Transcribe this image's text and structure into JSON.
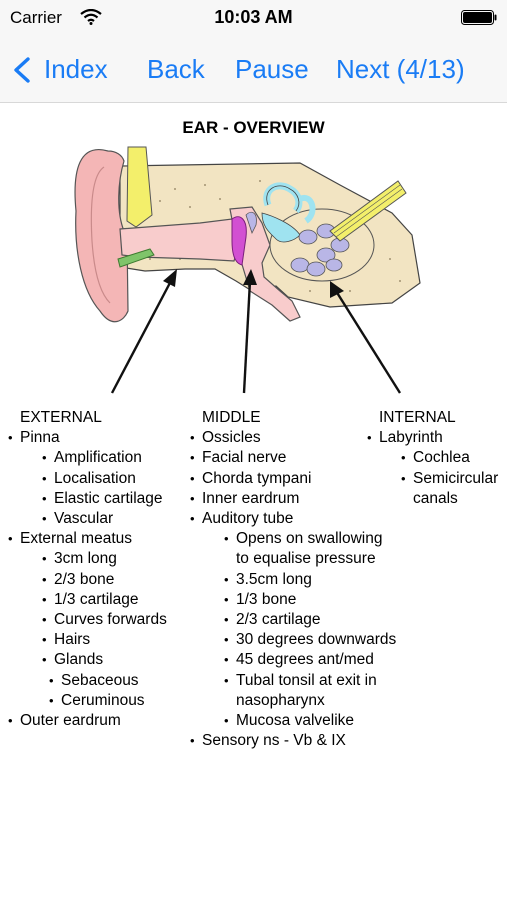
{
  "status": {
    "carrier": "Carrier",
    "time": "10:03 AM"
  },
  "nav": {
    "index": "Index",
    "back": "Back",
    "pause": "Pause",
    "next": "Next (4/13)"
  },
  "title": "EAR - OVERVIEW",
  "columns": {
    "external": {
      "heading": "EXTERNAL",
      "items": [
        {
          "text": "Pinna",
          "level": 1
        },
        {
          "text": "Amplification",
          "level": 2
        },
        {
          "text": "Localisation",
          "level": 2
        },
        {
          "text": "Elastic cartilage",
          "level": 2
        },
        {
          "text": "Vascular",
          "level": 2
        },
        {
          "text": "External meatus",
          "level": 1
        },
        {
          "text": "3cm long",
          "level": 2
        },
        {
          "text": "2/3 bone",
          "level": 2
        },
        {
          "text": "1/3 cartilage",
          "level": 2
        },
        {
          "text": "Curves forwards",
          "level": 2
        },
        {
          "text": "Hairs",
          "level": 2
        },
        {
          "text": "Glands",
          "level": 2
        },
        {
          "text": "Sebaceous",
          "level": 3
        },
        {
          "text": "Ceruminous",
          "level": 3
        },
        {
          "text": "Outer eardrum",
          "level": 1
        }
      ]
    },
    "middle": {
      "heading": "MIDDLE",
      "items": [
        {
          "text": "Ossicles",
          "level": 1
        },
        {
          "text": "Facial nerve",
          "level": 1
        },
        {
          "text": "Chorda tympani",
          "level": 1
        },
        {
          "text": "Inner eardrum",
          "level": 1
        },
        {
          "text": "Auditory tube",
          "level": 1
        },
        {
          "text": "Opens on swallowing",
          "level": 2
        },
        {
          "text": "to equalise pressure",
          "level": 2,
          "cont": true
        },
        {
          "text": "3.5cm long",
          "level": 2
        },
        {
          "text": "1/3 bone",
          "level": 2
        },
        {
          "text": "2/3 cartilage",
          "level": 2
        },
        {
          "text": "30 degrees downwards",
          "level": 2
        },
        {
          "text": "45 degrees ant/med",
          "level": 2
        },
        {
          "text": "Tubal tonsil at exit in",
          "level": 2
        },
        {
          "text": "nasopharynx",
          "level": 2,
          "cont": true
        },
        {
          "text": "Mucosa valvelike",
          "level": 2
        },
        {
          "text": "Sensory ns - Vb & IX",
          "level": 1
        }
      ]
    },
    "internal": {
      "heading": "INTERNAL",
      "items": [
        {
          "text": "Labyrinth",
          "level": 1
        },
        {
          "text": "Cochlea",
          "level": 2
        },
        {
          "text": "Semicircular",
          "level": 2
        },
        {
          "text": "canals",
          "level": 2,
          "cont": true
        }
      ]
    }
  },
  "colors": {
    "accent": "#1a7cf5",
    "skin": "#f4b6b6",
    "bone": "#f2e4c2",
    "yellow": "#f3ef6b",
    "cyan": "#9fe3f0",
    "magenta": "#d24fd2",
    "ossicle": "#b9b6e6"
  }
}
